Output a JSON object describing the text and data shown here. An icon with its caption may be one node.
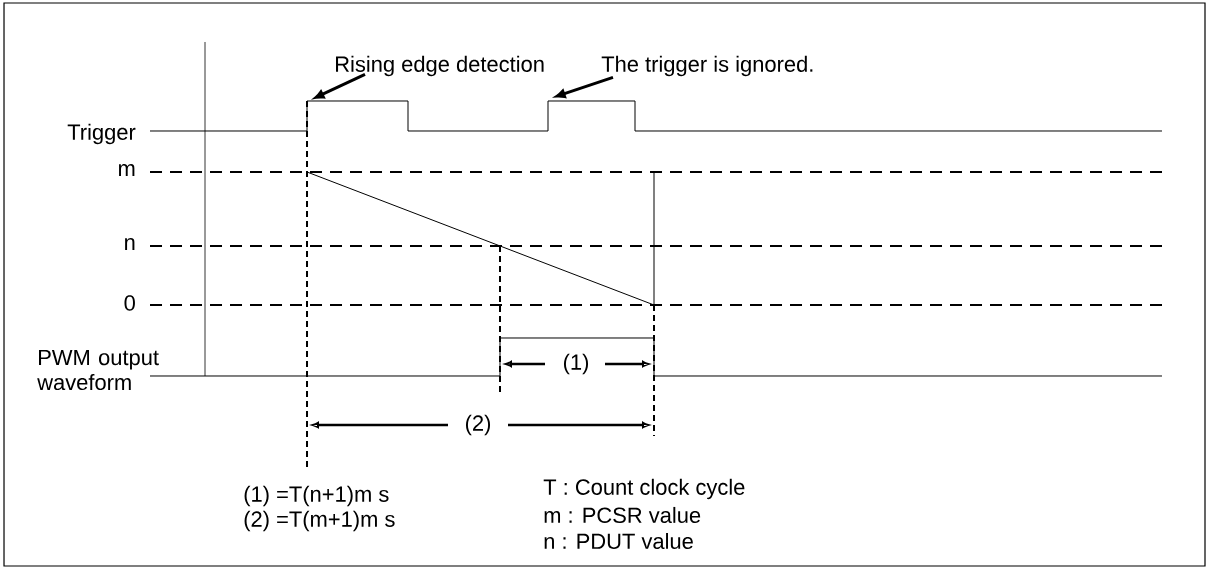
{
  "diagram": {
    "nodes": [
      {
        "text": [
          "Rising edge detection"
        ]
      },
      {
        "text": [
          "The trigger is ignored."
        ]
      },
      {
        "text": [],
        "shape": "picture"
      }
    ],
    "edges": [
      {
        "from": 0,
        "to": 2,
        "arrow": "to"
      },
      {
        "from": 1,
        "to": 2,
        "arrow": "to"
      }
    ],
    "labels": [
      "Trigger",
      "m",
      "n",
      "0",
      "PWM output waveform",
      "(1)",
      "(2)",
      "(1) =T(n+1)m s",
      "(2) =T(m+1)m s",
      "T : Count clock cycle",
      "m : PCSR value",
      "n : PDUT value"
    ]
  }
}
